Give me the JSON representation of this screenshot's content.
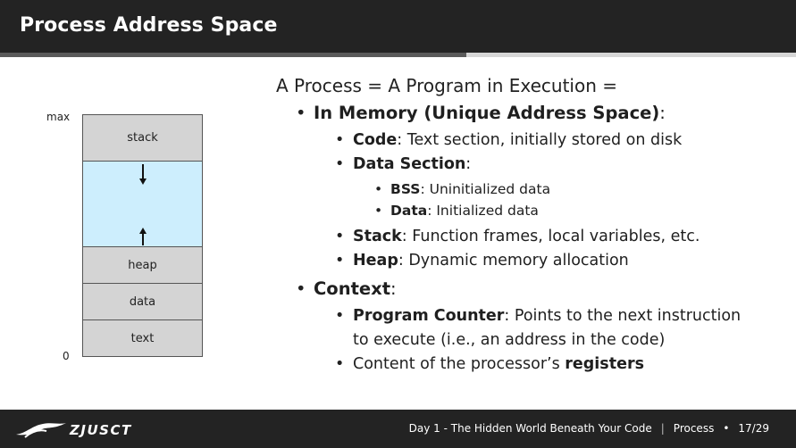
{
  "slide": {
    "title": "Process Address Space",
    "progress_fraction": 0.5864
  },
  "diagram": {
    "max_label": "max",
    "zero_label": "0",
    "segments": {
      "stack": "stack",
      "heap": "heap",
      "data": "data",
      "text": "text"
    },
    "colors": {
      "segment_gray": "#d4d4d4",
      "free_space": "#cdeefd"
    }
  },
  "content": {
    "intro": "A Process = A Program in Execution =",
    "memory": {
      "heading": "In Memory (Unique Address Space)",
      "code_term": "Code",
      "code_desc": " Text section, initially stored on disk",
      "data_section_term": "Data Section",
      "bss_term": "BSS",
      "bss_desc": " Uninitialized data",
      "data_term": "Data",
      "data_desc": " Initialized data",
      "stack_term": "Stack",
      "stack_desc": " Function frames, local variables, etc.",
      "heap_term": "Heap",
      "heap_desc": " Dynamic memory allocation"
    },
    "context": {
      "heading": "Context",
      "pc_term": "Program Counter",
      "pc_desc_1": " Points to the next instruction",
      "pc_desc_2": "to execute (i.e., an address in the code)",
      "registers_prefix": "Content of the processor’s ",
      "registers_term": "registers"
    },
    "colon": ":"
  },
  "footer": {
    "logo_text": "ZJUSCT",
    "course": "Day 1 - The Hidden World Beneath Your Code",
    "divider": "|",
    "section": "Process",
    "dot": "•",
    "page": "17/29"
  }
}
